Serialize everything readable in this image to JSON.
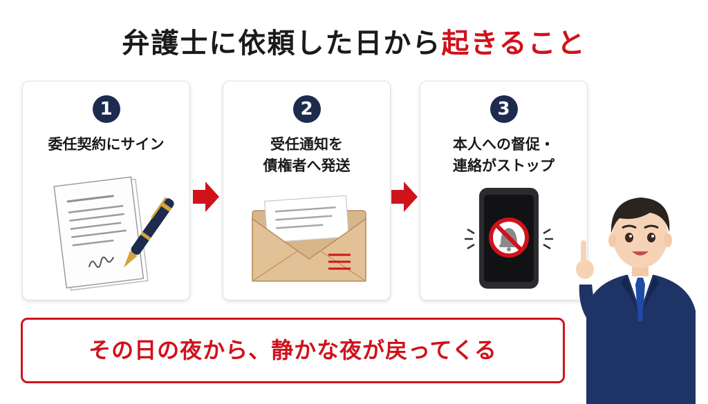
{
  "title": {
    "main": "弁護士に依頼した日から",
    "accent": "起きること"
  },
  "steps": [
    {
      "number": "1",
      "lines": [
        "委任契約にサイン"
      ],
      "icon": "contract-pen-icon"
    },
    {
      "number": "2",
      "lines": [
        "受任通知を",
        "債権者へ発送"
      ],
      "icon": "envelope-icon"
    },
    {
      "number": "3",
      "lines": [
        "本人への督促・",
        "連絡がストップ"
      ],
      "icon": "phone-muted-bell-icon"
    }
  ],
  "banner": {
    "text": "その日の夜から、静かな夜が戻ってくる"
  },
  "colors": {
    "accent": "#d0121b",
    "navy": "#1d2b4f",
    "envelope": "#d9b58a"
  }
}
